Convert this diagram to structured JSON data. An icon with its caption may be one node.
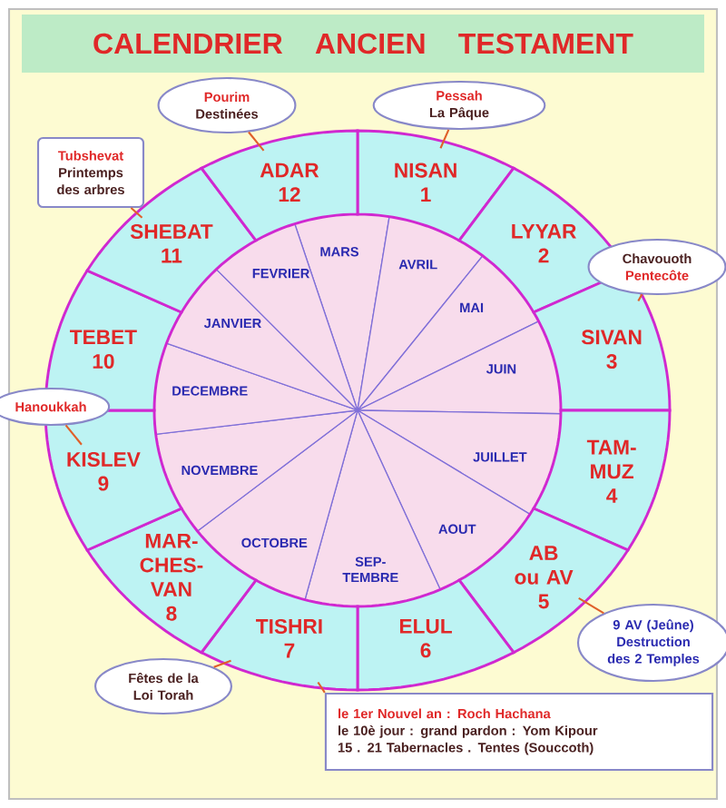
{
  "diagram": {
    "title": "CALENDRIER ANCIEN TESTAMENT",
    "nodes": [
      {
        "text": [
          "NISAN",
          "1"
        ]
      },
      {
        "text": [
          "LYYAR",
          "2"
        ]
      },
      {
        "text": [
          "SIVAN",
          "3"
        ]
      },
      {
        "text": [
          "TAM- MUZ",
          "4"
        ]
      },
      {
        "text": [
          "AB ou AV",
          "5"
        ]
      },
      {
        "text": [
          "ELUL",
          "6"
        ]
      },
      {
        "text": [
          "TISHRI",
          "7"
        ]
      },
      {
        "text": [
          "MAR- CHES- VAN",
          "8"
        ]
      },
      {
        "text": [
          "KISLEV",
          "9"
        ]
      },
      {
        "text": [
          "TEBET",
          "10"
        ]
      },
      {
        "text": [
          "SHEBAT",
          "11"
        ]
      },
      {
        "text": [
          "ADAR",
          "12"
        ]
      },
      {
        "text": [
          "MARS"
        ]
      },
      {
        "text": [
          "AVRIL"
        ]
      },
      {
        "text": [
          "MAI"
        ]
      },
      {
        "text": [
          "JUIN"
        ]
      },
      {
        "text": [
          "JUILLET"
        ]
      },
      {
        "text": [
          "AOUT"
        ]
      },
      {
        "text": [
          "SEP- TEMBRE"
        ]
      },
      {
        "text": [
          "OCTOBRE"
        ]
      },
      {
        "text": [
          "NOVEMBRE"
        ]
      },
      {
        "text": [
          "DECEMBRE"
        ]
      },
      {
        "text": [
          "JANVIER"
        ]
      },
      {
        "text": [
          "FEVRIER"
        ]
      },
      {
        "text": [
          "Pourim",
          "Destinées"
        ]
      },
      {
        "text": [
          "Pessah",
          "La Pâque"
        ]
      },
      {
        "text": [
          "Tubshevat",
          "Printemps des arbres"
        ]
      },
      {
        "text": [
          "Chavouoth",
          "Pentecôte"
        ]
      },
      {
        "text": [
          "Hanoukkah"
        ]
      },
      {
        "text": [
          "9 AV (Jeûne)",
          "Destruction des 2 Temples"
        ]
      },
      {
        "text": [
          "Fêtes de la Loi Torah"
        ]
      },
      {
        "text": [
          "le 1er Nouvel an : Roch Hachana",
          "le 10è jour : grand pardon : Yom Kipour",
          "15 . 21 Tabernacles . Tentes (Souccoth)"
        ]
      }
    ],
    "edges": [
      {
        "from": 24,
        "to": 11,
        "arrow": "none"
      },
      {
        "from": 25,
        "to": 0,
        "arrow": "none"
      },
      {
        "from": 26,
        "to": 10,
        "arrow": "none"
      },
      {
        "from": 27,
        "to": 2,
        "arrow": "none"
      },
      {
        "from": 28,
        "to": 8,
        "arrow": "none"
      },
      {
        "from": 29,
        "to": 4,
        "arrow": "none"
      },
      {
        "from": 30,
        "to": 6,
        "arrow": "none"
      },
      {
        "from": 31,
        "to": 6,
        "arrow": "none"
      }
    ]
  }
}
